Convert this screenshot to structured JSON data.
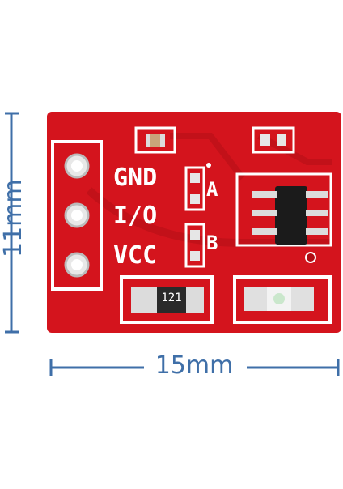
{
  "photo": {
    "board_color": "#d4141d",
    "dimension_color": "#3f6fa8"
  },
  "dimensions": {
    "height": "11mm",
    "width": "15mm"
  },
  "silkscreen": {
    "pin_gnd": "GND",
    "pin_io": "I/O",
    "pin_vcc": "VCC",
    "jumper_a": "A",
    "jumper_b": "B",
    "resistor_code": "121"
  }
}
